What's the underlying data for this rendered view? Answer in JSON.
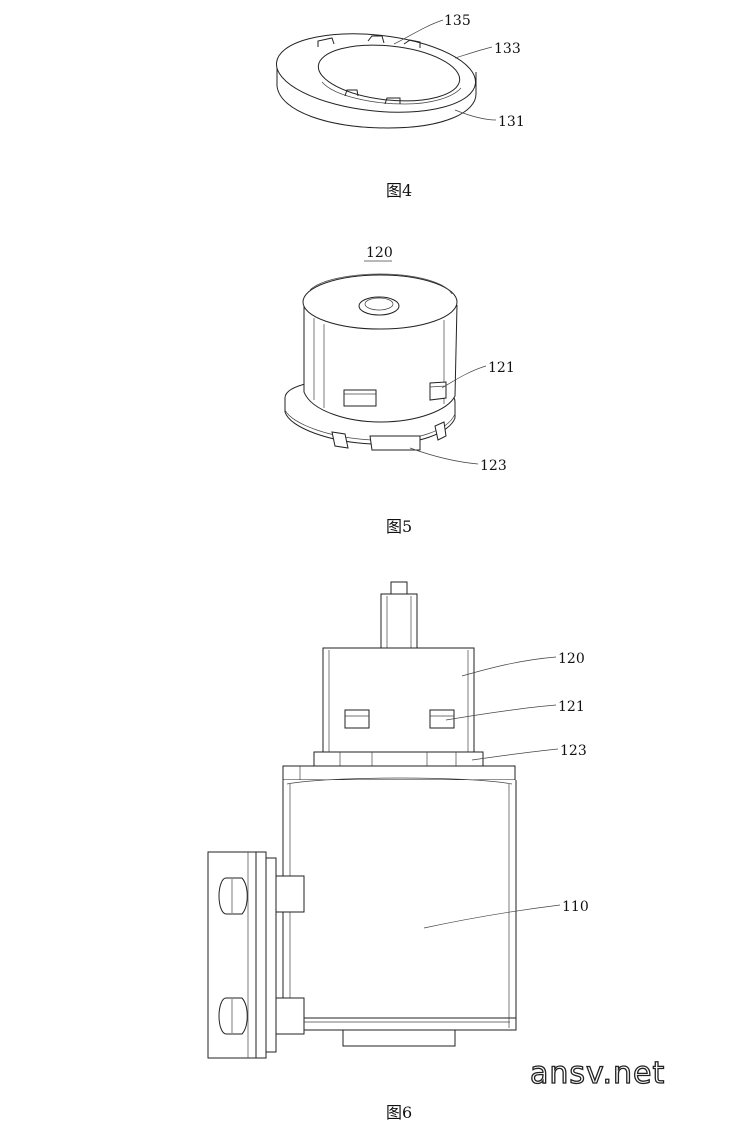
{
  "figures": [
    {
      "caption": "图4",
      "labels": [
        "135",
        "133",
        "131"
      ]
    },
    {
      "caption": "图5",
      "title": "120",
      "labels": [
        "121",
        "123"
      ]
    },
    {
      "caption": "图6",
      "labels": [
        "120",
        "121",
        "123",
        "110"
      ]
    }
  ],
  "watermark": "ansv.net"
}
